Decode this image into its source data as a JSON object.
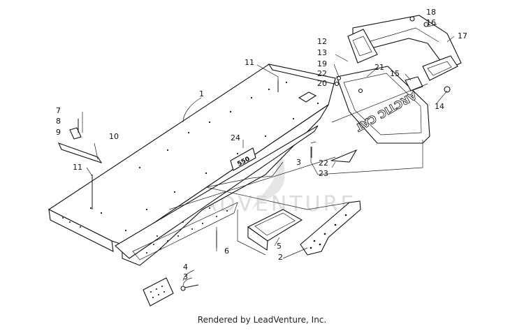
{
  "diagram": {
    "callouts": {
      "c1": "1",
      "c2": "2",
      "c3a": "3",
      "c3b": "3",
      "c4": "4",
      "c5": "5",
      "c6": "6",
      "c7": "7",
      "c8": "8",
      "c9": "9",
      "c10": "10",
      "c11a": "11",
      "c11b": "11",
      "c12": "12",
      "c13": "13",
      "c14": "14",
      "c15": "15",
      "c16": "16",
      "c17": "17",
      "c18": "18",
      "c19": "19",
      "c20": "20",
      "c21": "21",
      "c22a": "22",
      "c22b": "22",
      "c23": "23",
      "c24": "24"
    },
    "badge_text": "550",
    "flap_text": "ARCTIC CAT",
    "watermark": "LEADVENTURE",
    "caption": "Rendered by LeadVenture, Inc."
  },
  "colors": {
    "line": "#111111",
    "watermark": "#d8d8d8",
    "background": "#ffffff"
  }
}
